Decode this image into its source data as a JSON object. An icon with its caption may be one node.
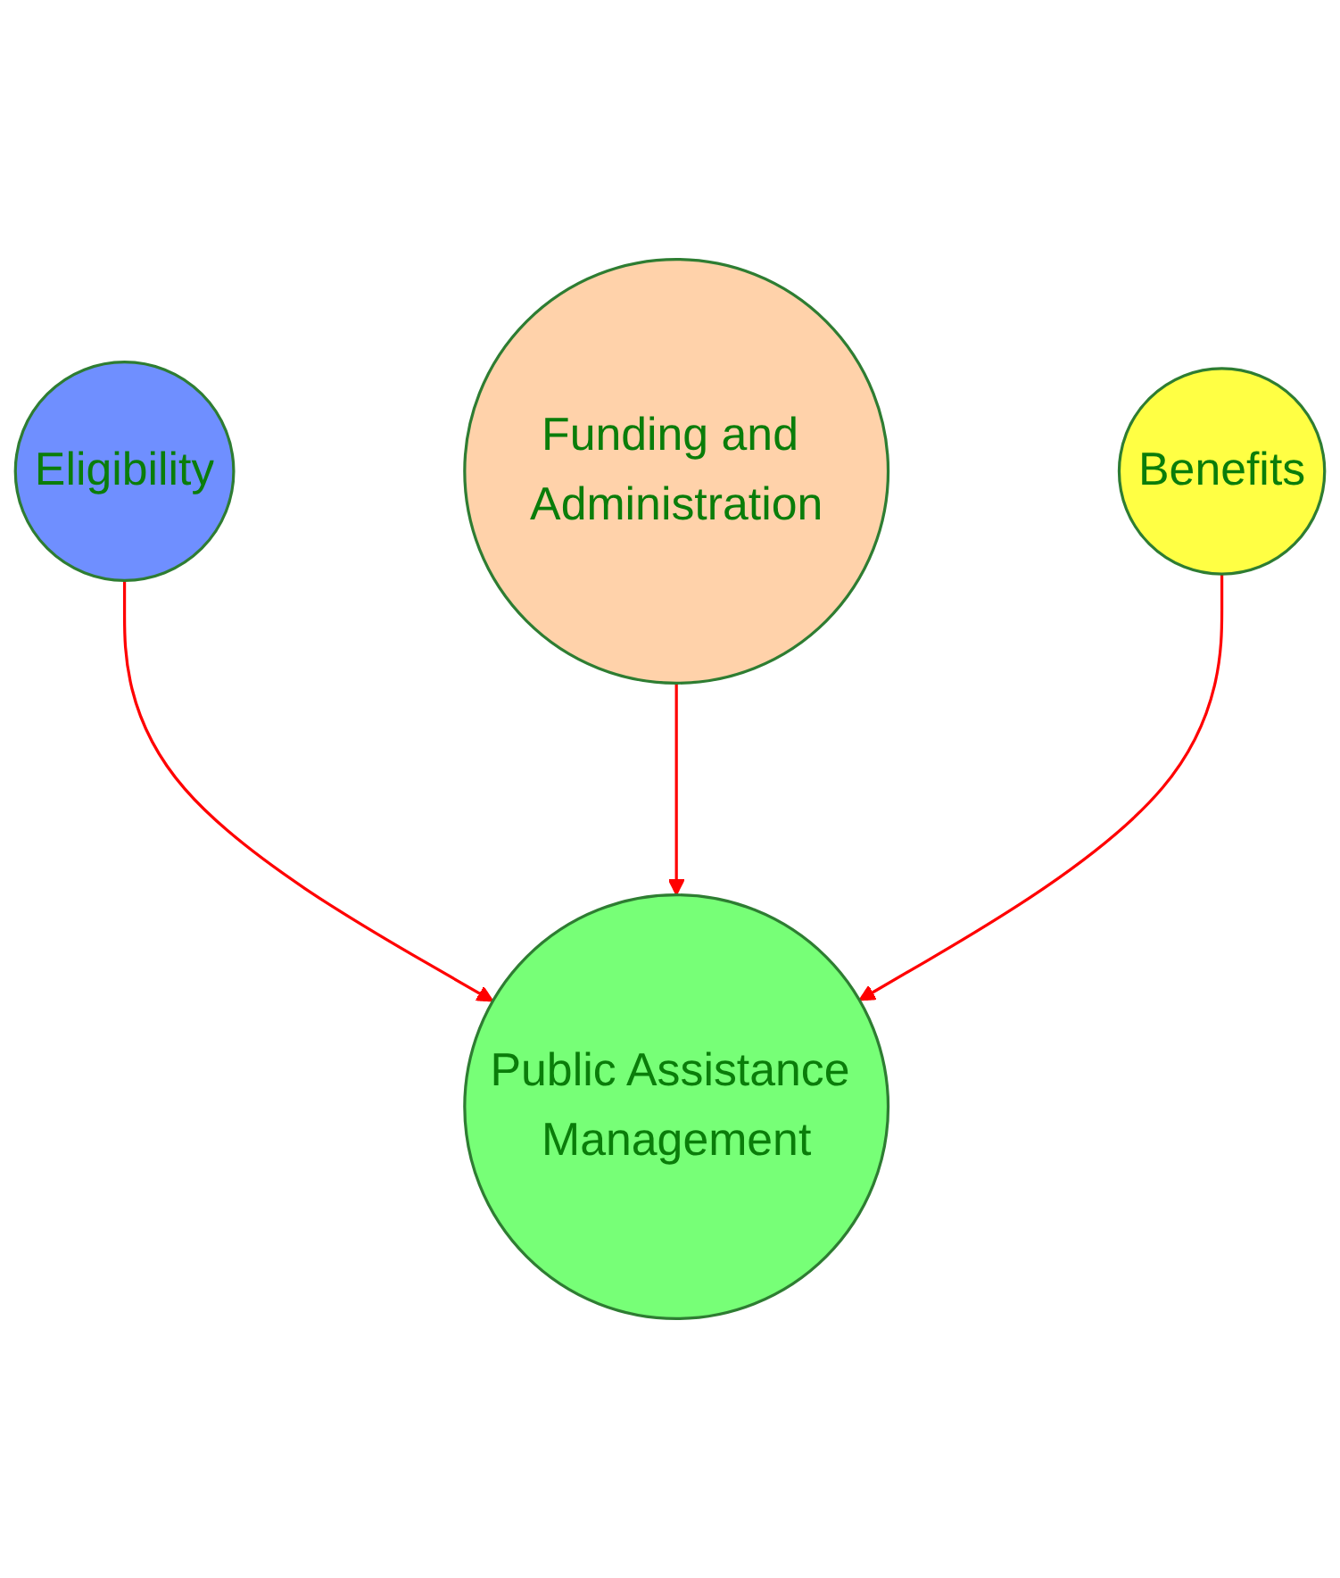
{
  "diagram": {
    "nodes": [
      {
        "text": [
          "Eligibility"
        ]
      },
      {
        "text": [
          "Public Assistance Management"
        ]
      },
      {
        "text": [
          "Funding and Administration"
        ]
      },
      {
        "text": [
          "Benefits"
        ]
      }
    ],
    "edges": [
      {
        "from": 0,
        "to": 1,
        "arrow": "to"
      },
      {
        "from": 2,
        "to": 1,
        "arrow": "to"
      },
      {
        "from": 3,
        "to": 1,
        "arrow": "to"
      }
    ]
  }
}
